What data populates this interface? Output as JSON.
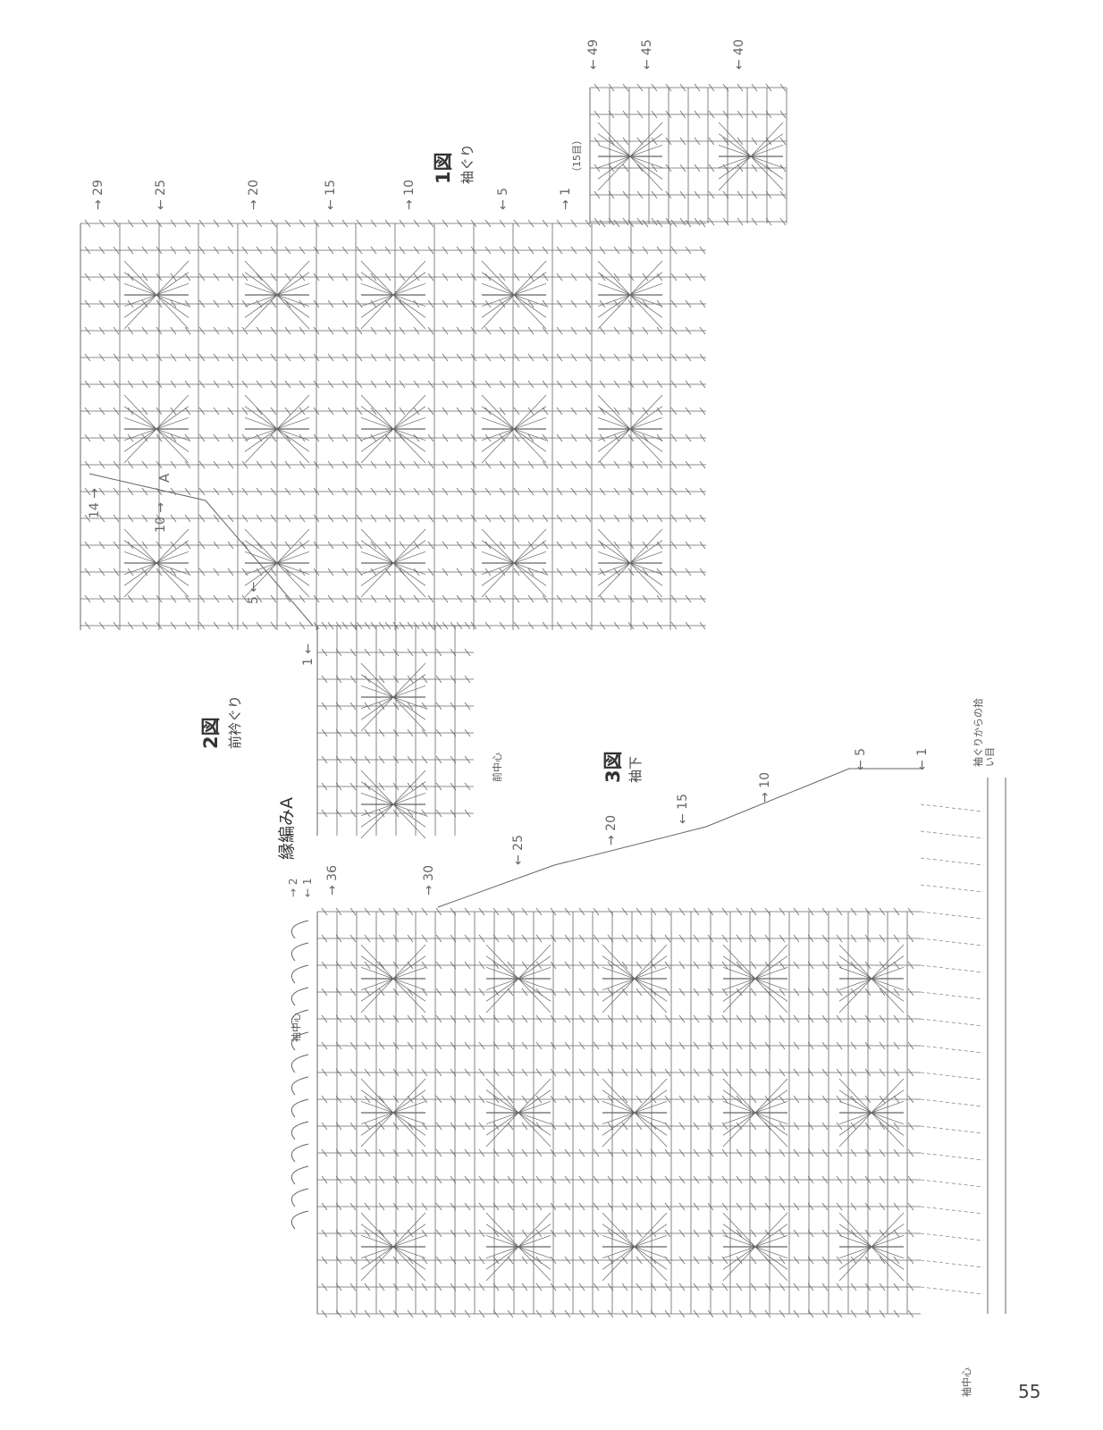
{
  "page": {
    "number": "55"
  },
  "figures": {
    "fig1": {
      "title": "1図",
      "subtitle": "袖ぐり",
      "stitch_count": "（15目）",
      "rows": [
        "→ 29",
        "← 25",
        "→ 20",
        "← 15",
        "→ 10",
        "← 5",
        "→ 1",
        "← 49",
        "← 45",
        "← 40"
      ]
    },
    "fig2": {
      "title": "2図",
      "subtitle": "前衿ぐり",
      "rows": [
        "14 →",
        "10 →",
        "5 ←",
        "1 ←"
      ],
      "marker": "A",
      "center": "前中心"
    },
    "fig3": {
      "title": "3図",
      "subtitle": "袖下",
      "rows": [
        "→ 36",
        "→ 30",
        "← 25",
        "→ 20",
        "← 15",
        "→ 10",
        "← 5",
        "← 1"
      ],
      "center": "袖中心",
      "pickup": "袖ぐりからの拾い目"
    },
    "edging": {
      "title": "縁編みA",
      "rows": [
        "→ 2",
        "← 1"
      ]
    }
  }
}
